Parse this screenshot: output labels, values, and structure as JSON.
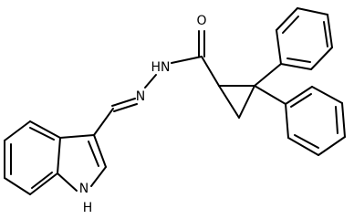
{
  "structure": {
    "labels": {
      "oxygen": "O",
      "amide_nh": "HN",
      "imine_n": "N",
      "indole_nh": "H",
      "indole_n": "N"
    },
    "colors": {
      "bond": "#000000",
      "background": "#ffffff"
    }
  }
}
